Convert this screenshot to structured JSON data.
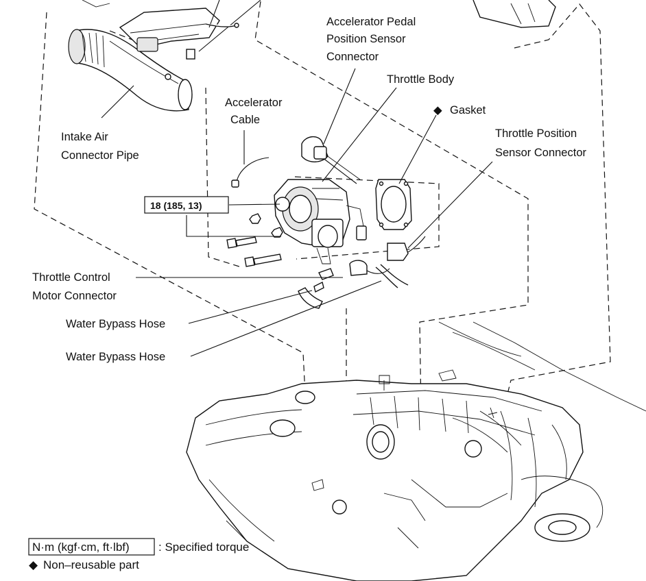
{
  "labels": {
    "accel_pedal_sensor_connector": [
      "Accelerator Pedal",
      "Position Sensor",
      "Connector"
    ],
    "throttle_body": "Throttle Body",
    "gasket": "Gasket",
    "accelerator_cable": [
      "Accelerator",
      "Cable"
    ],
    "throttle_position_sensor_connector": [
      "Throttle Position",
      "Sensor Connector"
    ],
    "intake_air_connector_pipe": [
      "Intake Air",
      "Connector Pipe"
    ],
    "torque_spec": "18 (185, 13)",
    "throttle_control_motor_connector": [
      "Throttle Control",
      "Motor Connector"
    ],
    "water_bypass_hose_1": "Water Bypass Hose",
    "water_bypass_hose_2": "Water Bypass Hose"
  },
  "legend": {
    "torque_units": "N·m (kgf·cm, ft·lbf)",
    "torque_desc": ": Specified torque",
    "non_reusable": "Non–reusable part",
    "diamond_symbol": "◆"
  },
  "colors": {
    "ink": "#111111",
    "background": "#ffffff"
  }
}
